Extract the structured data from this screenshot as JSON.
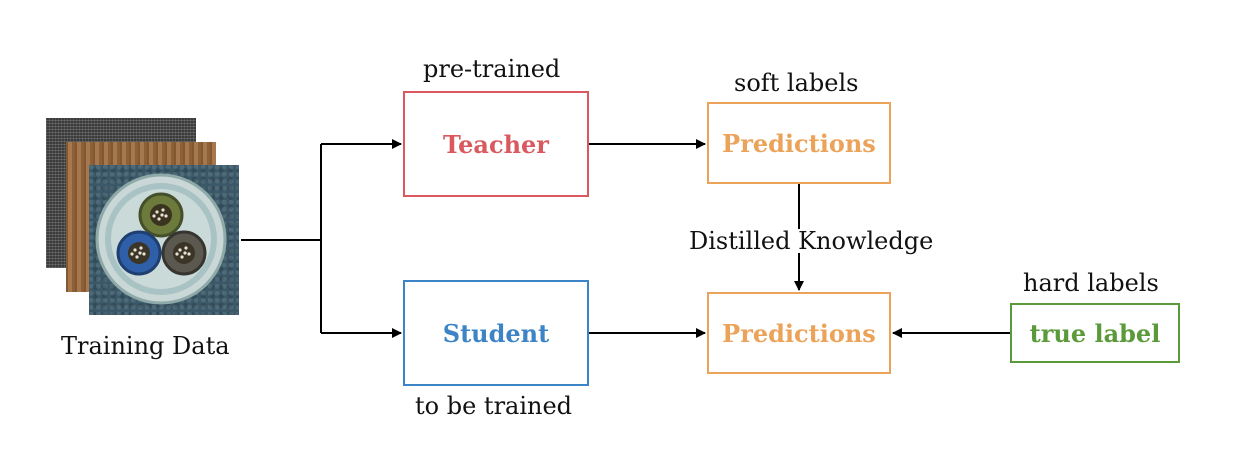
{
  "training_data": {
    "label": "Training Data",
    "images": [
      "fabric texture",
      "wood texture",
      "cable cross-section"
    ]
  },
  "teacher": {
    "caption": "pre-trained",
    "label": "Teacher"
  },
  "student": {
    "label": "Student",
    "caption": "to be trained"
  },
  "teacher_predictions": {
    "caption": "soft labels",
    "label": "Predictions"
  },
  "student_predictions": {
    "label": "Predictions"
  },
  "distillation": {
    "label": "Distilled Knowledge"
  },
  "ground_truth": {
    "caption": "hard labels",
    "label": "true label"
  },
  "colors": {
    "teacher": "#d9595f",
    "student": "#3d84c6",
    "predictions": "#eba35a",
    "true_label": "#5b9a3a",
    "arrows": "#000000"
  }
}
